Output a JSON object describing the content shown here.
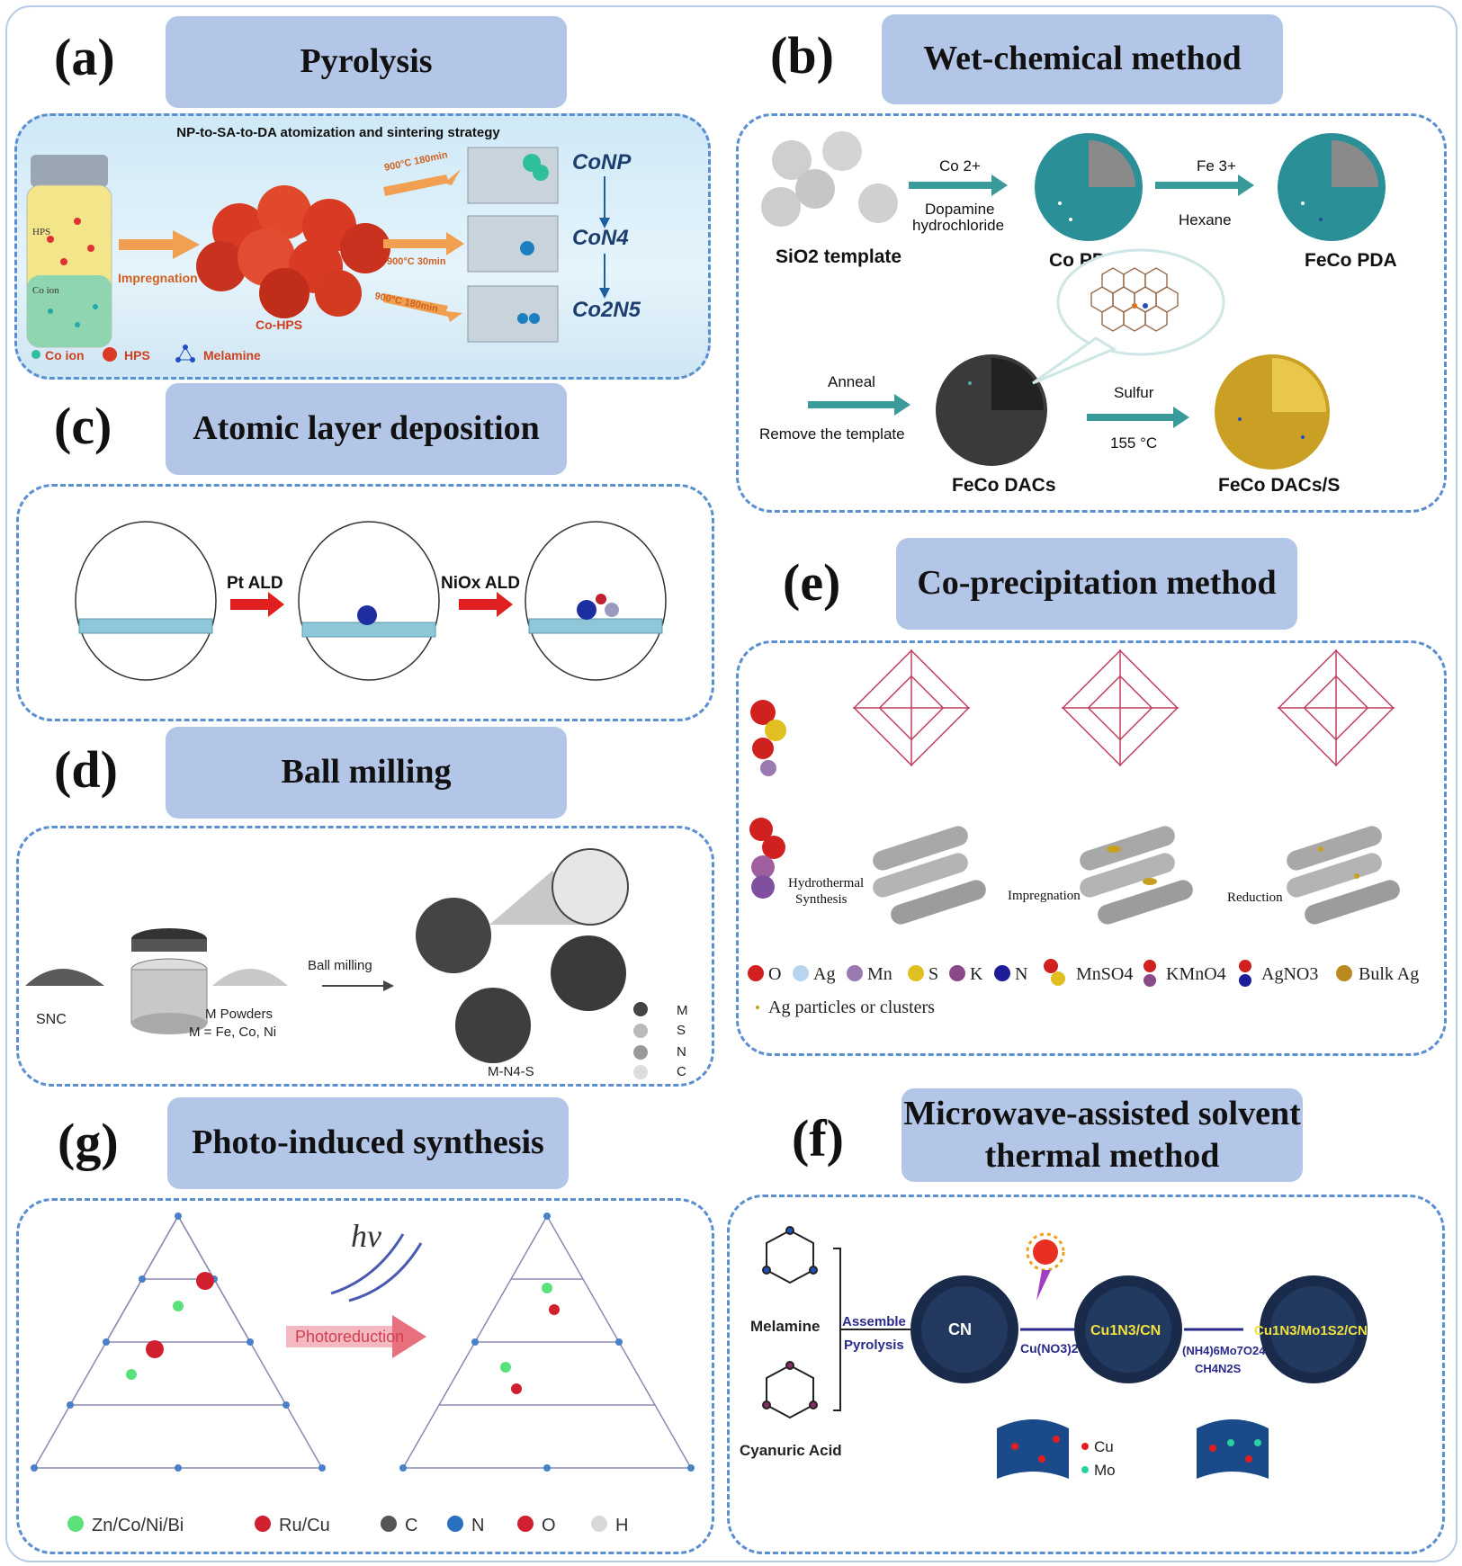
{
  "panels": {
    "a": {
      "letter": "(a)",
      "title": "Pyrolysis",
      "banner": "NP-to-SA-to-DA atomization and sintering strategy",
      "vial_top": "HPS",
      "vial_bottom": "Co ion",
      "impregnation": "Impregnation",
      "cohps": "Co-HPS",
      "cond1": "900°C 180min",
      "cond2": "900°C 30min",
      "cond3": "900°C 180min",
      "p1": "CoNP",
      "p2": "CoN4",
      "p3": "Co2N5",
      "legend": [
        "Co ion",
        "HPS",
        "Melamine"
      ]
    },
    "b": {
      "letter": "(b)",
      "title": "Wet-chemical method",
      "sio2": "SiO2 template",
      "co2": "Co 2+",
      "dopamine": "Dopamine",
      "hydrochloride": "hydrochloride",
      "copda": "Co PDA",
      "fe3": "Fe 3+",
      "hexane": "Hexane",
      "fecopda": "FeCo PDA",
      "anneal": "Anneal",
      "remove": "Remove the template",
      "fecodacs": "FeCo DACs",
      "sulfur": "Sulfur",
      "temp": "155 °C",
      "fecodacss": "FeCo DACs/S"
    },
    "c": {
      "letter": "(c)",
      "title": "Atomic layer deposition",
      "pt": "Pt ALD",
      "nio": "NiOx ALD"
    },
    "d": {
      "letter": "(d)",
      "title": "Ball milling",
      "snc": "SNC",
      "mpowders": "M Powders",
      "mdef": "M = Fe, Co, Ni",
      "ballmilling": "Ball milling",
      "mn4s": "M-N4-S",
      "legend": [
        "M",
        "S",
        "N",
        "C"
      ]
    },
    "e": {
      "letter": "(e)",
      "title": "Co-precipitation method",
      "hydro": "Hydrothermal",
      "synth": "Synthesis",
      "impreg": "Impregnation",
      "reduction": "Reduction",
      "legend1": [
        "O",
        "Ag",
        "Mn",
        "S",
        "K",
        "N",
        "MnSO4",
        "KMnO4",
        "AgNO3",
        "Bulk Ag"
      ],
      "legend2": "Ag particles or clusters"
    },
    "f": {
      "letter": "(f)",
      "title_line1": "Microwave-assisted solvent",
      "title_line2": "thermal method",
      "melamine": "Melamine",
      "cyanuric": "Cyanuric Acid",
      "assemble": "Assemble",
      "pyrolysis": "Pyrolysis",
      "cn": "CN",
      "cuno3": "Cu(NO3)2",
      "cun3cn": "Cu1N3/CN",
      "mo": "(NH4)6Mo7O24",
      "ch4n2s": "CH4N2S",
      "final": "Cu1N3/Mo1S2/CN",
      "legend": [
        "Cu",
        "Mo"
      ]
    },
    "g": {
      "letter": "(g)",
      "title": "Photo-induced synthesis",
      "hv": "hν",
      "photoreduction": "Photoreduction",
      "legend": [
        "Zn/Co/Ni/Bi",
        "Ru/Cu",
        "C",
        "N",
        "O",
        "H"
      ]
    }
  },
  "colors": {
    "title_bg": "#b4c6e7",
    "dash": "#5b8fd0",
    "teal": "#3a9a9a",
    "red_arrow": "#e02020"
  }
}
